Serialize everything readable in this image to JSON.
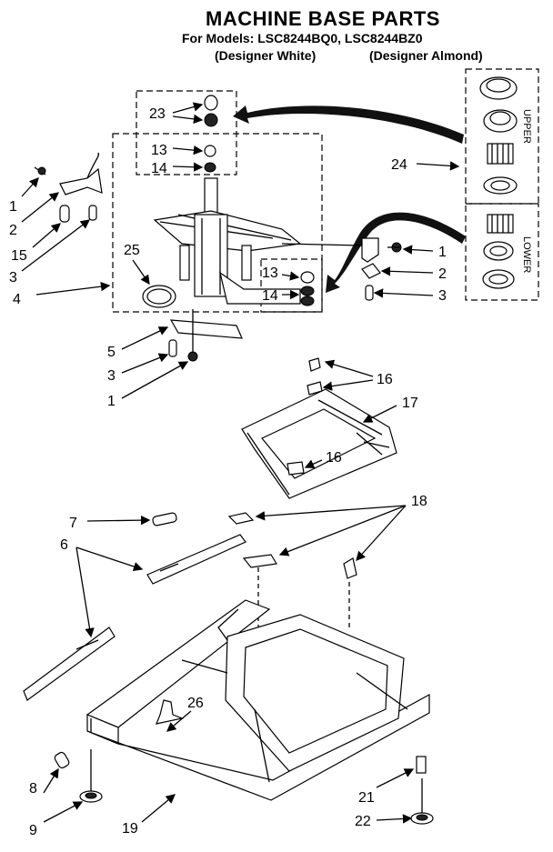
{
  "header": {
    "title": "MACHINE BASE PARTS",
    "models": "For Models: LSC8244BQ0,   LSC8244BZ0",
    "variant_white": "(Designer White)",
    "variant_almond": "(Designer Almond)"
  },
  "side_labels": {
    "upper": "UPPER",
    "lower": "LOWER"
  },
  "callouts": {
    "c23": "23",
    "c13a": "13",
    "c14a": "14",
    "c24": "24",
    "c1a": "1",
    "c2a": "2",
    "c15": "15",
    "c3a": "3",
    "c4": "4",
    "c25": "25",
    "c1b": "1",
    "c2b": "2",
    "c3b": "3",
    "c13b": "13",
    "c14b": "14",
    "c5": "5",
    "c3c": "3",
    "c1c": "1",
    "c16a": "16",
    "c17": "17",
    "c16b": "16",
    "c7": "7",
    "c6": "6",
    "c18": "18",
    "c26": "26",
    "c8": "8",
    "c9": "9",
    "c19": "19",
    "c21": "21",
    "c22": "22"
  }
}
